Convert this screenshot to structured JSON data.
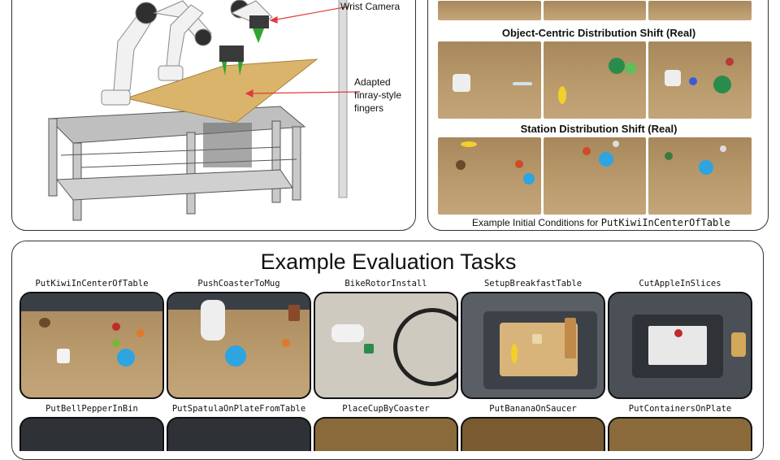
{
  "hardware": {
    "wrist_camera_label": "Wrist Camera",
    "fingers_label_1": "Adapted",
    "fingers_label_2": "finray-style",
    "fingers_label_3": "fingers"
  },
  "distribution": {
    "object_shift_title": "Object-Centric Distribution Shift (Real)",
    "station_shift_title": "Station Distribution Shift (Real)",
    "caption_prefix": "Example Initial Conditions for ",
    "caption_task": "PutKiwiInCenterOfTable"
  },
  "evaluation": {
    "title": "Example Evaluation Tasks",
    "tasks_row1": [
      "PutKiwiInCenterOfTable",
      "PushCoasterToMug",
      "BikeRotorInstall",
      "SetupBreakfastTable",
      "CutAppleInSlices"
    ],
    "tasks_row2": [
      "PutBellPepperInBin",
      "PutSpatulaOnPlateFromTable",
      "PlaceCupByCoaster",
      "PutBananaOnSaucer",
      "PutContainersOnPlate"
    ]
  },
  "colors": {
    "border": "#333333",
    "table": "#b99a6c",
    "wood_board": "#d9b46a",
    "arrow": "#e23b3b"
  }
}
